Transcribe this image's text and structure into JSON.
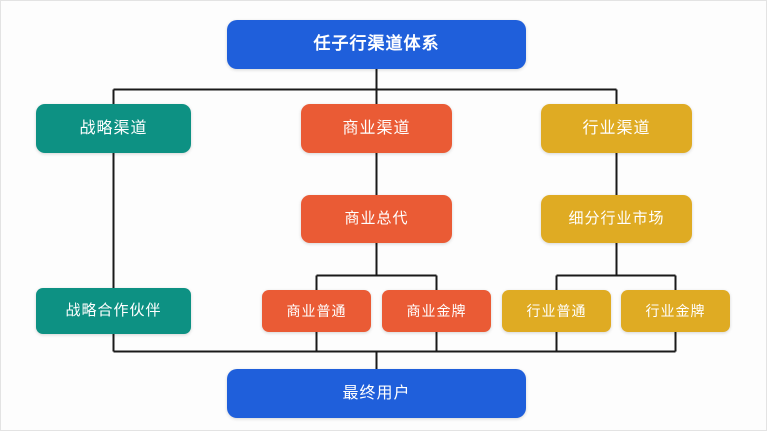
{
  "diagram": {
    "title_node": "任子行渠道体系",
    "background_color": "#fdfdfd",
    "connector_color": "#1a1a1a",
    "palette": {
      "blue": "#1f5fdb",
      "teal": "#0d9183",
      "orange": "#ea5b35",
      "gold": "#dfab23",
      "text": "#ffffff"
    },
    "nodes": {
      "root": {
        "label": "任子行渠道体系",
        "color": "#1f5fdb"
      },
      "strategic_channel": {
        "label": "战略渠道",
        "color": "#0d9183"
      },
      "commercial_channel": {
        "label": "商业渠道",
        "color": "#ea5b35"
      },
      "industry_channel": {
        "label": "行业渠道",
        "color": "#dfab23"
      },
      "commercial_agent": {
        "label": "商业总代",
        "color": "#ea5b35"
      },
      "industry_segment": {
        "label": "细分行业市场",
        "color": "#dfab23"
      },
      "strategic_partner": {
        "label": "战略合作伙伴",
        "color": "#0d9183"
      },
      "commercial_normal": {
        "label": "商业普通",
        "color": "#ea5b35"
      },
      "commercial_gold": {
        "label": "商业金牌",
        "color": "#ea5b35"
      },
      "industry_normal": {
        "label": "行业普通",
        "color": "#dfab23"
      },
      "industry_gold": {
        "label": "行业金牌",
        "color": "#dfab23"
      },
      "end_user": {
        "label": "最终用户",
        "color": "#1f5fdb"
      }
    }
  }
}
